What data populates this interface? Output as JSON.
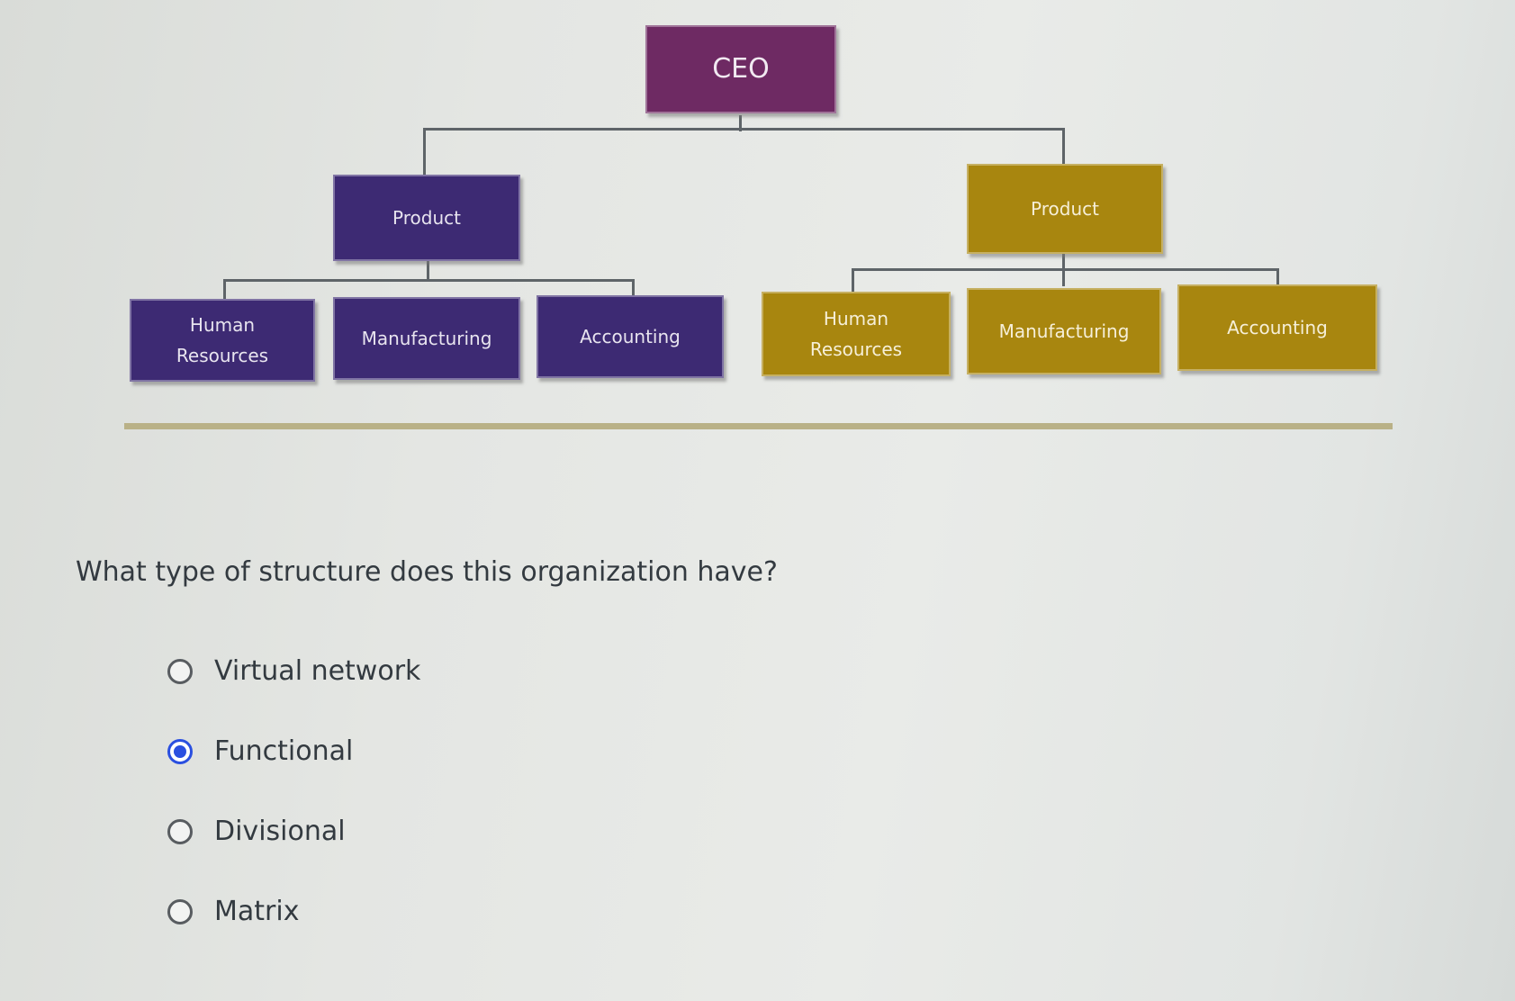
{
  "org_chart": {
    "ceo": "CEO",
    "divisions": [
      {
        "name": "Product",
        "color": "#3d2a73",
        "departments": [
          "Human Resources",
          "Manufacturing",
          "Accounting"
        ]
      },
      {
        "name": "Product",
        "color": "#a8860f",
        "departments": [
          "Human Resources",
          "Manufacturing",
          "Accounting"
        ]
      }
    ],
    "ceo_color": "#6e2a63"
  },
  "question": {
    "text": "What type of structure does this organization have?",
    "options": [
      {
        "label": "Virtual network",
        "selected": false
      },
      {
        "label": "Functional",
        "selected": true
      },
      {
        "label": "Divisional",
        "selected": false
      },
      {
        "label": "Matrix",
        "selected": false
      }
    ],
    "accent_color": "#2a4fe0"
  }
}
